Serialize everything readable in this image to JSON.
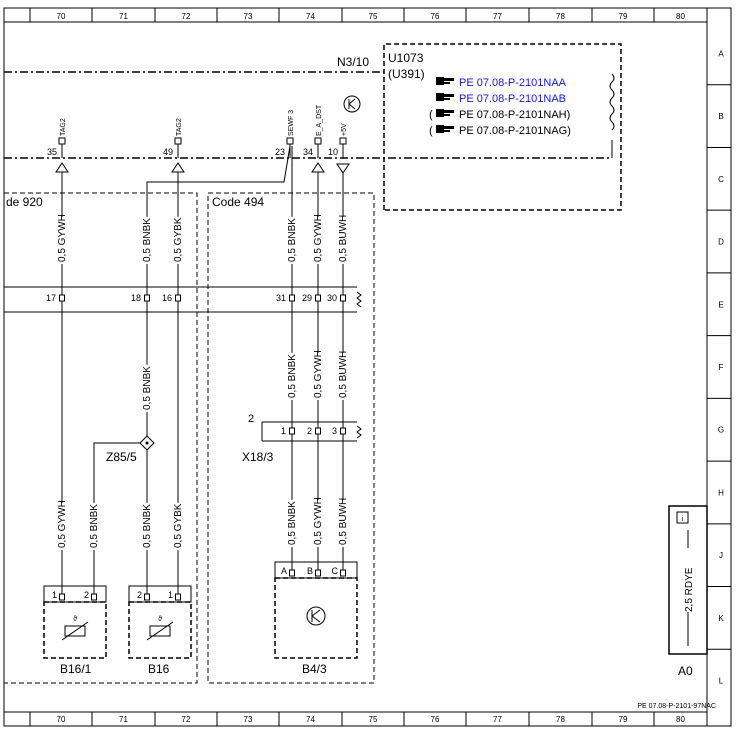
{
  "frame": {
    "columns": [
      "70",
      "71",
      "72",
      "73",
      "74",
      "75",
      "76",
      "77",
      "78",
      "79",
      "80"
    ],
    "rows": [
      "A",
      "B",
      "C",
      "D",
      "E",
      "F",
      "G",
      "H",
      "J",
      "K",
      "L"
    ],
    "doc_id": "PE 07.08-P-2101-97NAC"
  },
  "module": {
    "code": "U1073",
    "code_alt": "(U391)",
    "name": "N3/10",
    "refs": [
      {
        "text": "PE 07.08-P-2101NAA",
        "color": "#1a1acc",
        "paren": false
      },
      {
        "text": "PE 07.08-P-2101NAB",
        "color": "#1a1acc",
        "paren": false
      },
      {
        "text": "PE 07.08-P-2101NAH)",
        "color": "#000000",
        "paren": true
      },
      {
        "text": "PE 07.08-P-2101NAG)",
        "color": "#000000",
        "paren": true
      }
    ],
    "pins": [
      {
        "num": "35",
        "sig": "TAG2"
      },
      {
        "num": "49",
        "sig": "TAG2"
      },
      {
        "num": "23",
        "sig": "SEWF 3"
      },
      {
        "num": "34",
        "sig": "E_A_DST"
      },
      {
        "num": "10",
        "sig": "+5V"
      }
    ]
  },
  "codes": {
    "left": "de 920",
    "right": "Code 494"
  },
  "wires": {
    "upper": [
      "0,5 GYWH",
      "0,5 BNBK",
      "0,5 GYBK",
      "0,5 BNBK",
      "0,5 GYWH",
      "0,5 BUWH"
    ],
    "mid": [
      "0,5 BNBK",
      "0,5 BNBK",
      "0,5 GYWH",
      "0,5 BUWH"
    ],
    "lower": [
      "0,5 GYWH",
      "0,5 BNBK",
      "0,5 BNBK",
      "0,5 GYBK",
      "0,5 BNBK",
      "0,5 GYWH",
      "0,5 BUWH"
    ]
  },
  "separation_pins": [
    "17",
    "18",
    "16",
    "31",
    "29",
    "30"
  ],
  "connector_x18": {
    "name": "X18/3",
    "label": "2",
    "pins": [
      "1",
      "2",
      "3"
    ]
  },
  "splice": {
    "name": "Z85/5"
  },
  "sensors": [
    {
      "name": "B16/1",
      "pins": [
        "1",
        "2"
      ]
    },
    {
      "name": "B16",
      "pins": [
        "2",
        "1"
      ]
    },
    {
      "name": "B4/3",
      "pins": [
        "A",
        "B",
        "C"
      ]
    }
  ],
  "ground": {
    "wire": "2,5 RDYE",
    "name": "A0"
  }
}
